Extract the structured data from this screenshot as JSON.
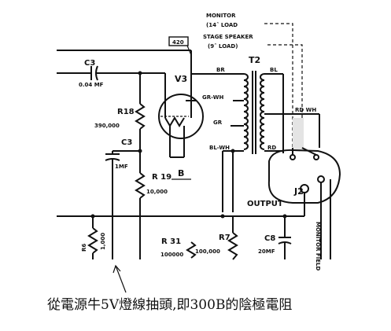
{
  "labels": {
    "monitor": "MONITOR",
    "monitor_load": "(14ˆ LOAD",
    "stage_speaker": "STAGE SPEAKER",
    "stage_load": "(9ˆ LOAD)",
    "t2": "T2",
    "tag420": "420",
    "c3_top": "C3",
    "c3_top_value": "0.04 MF",
    "v3": "V3",
    "br": "BR",
    "bl": "BL",
    "gr_wh": "GR-WH",
    "gr": "GR",
    "bl_wh": "BL-WH",
    "rd_wh": "RD WH",
    "rd": "RD",
    "r18": "R18",
    "r18_value": "390,000",
    "c3_mid": "C3",
    "c3_mid_value": "1MF",
    "r19": "R 19",
    "r19_value": "10,000",
    "b": "B",
    "j2": "J2",
    "output": "OUTPUT",
    "r6": "R6",
    "r6_value": "1,000",
    "r31": "R 31",
    "r31_value": "100000",
    "r7": "R7",
    "r7_value": "100,000",
    "c8": "C8",
    "c8_value": "20MF",
    "monitor_field": "MONITOR FIELD"
  },
  "caption": "從電源牛5V燈線抽頭,即300B的陰極電阻"
}
